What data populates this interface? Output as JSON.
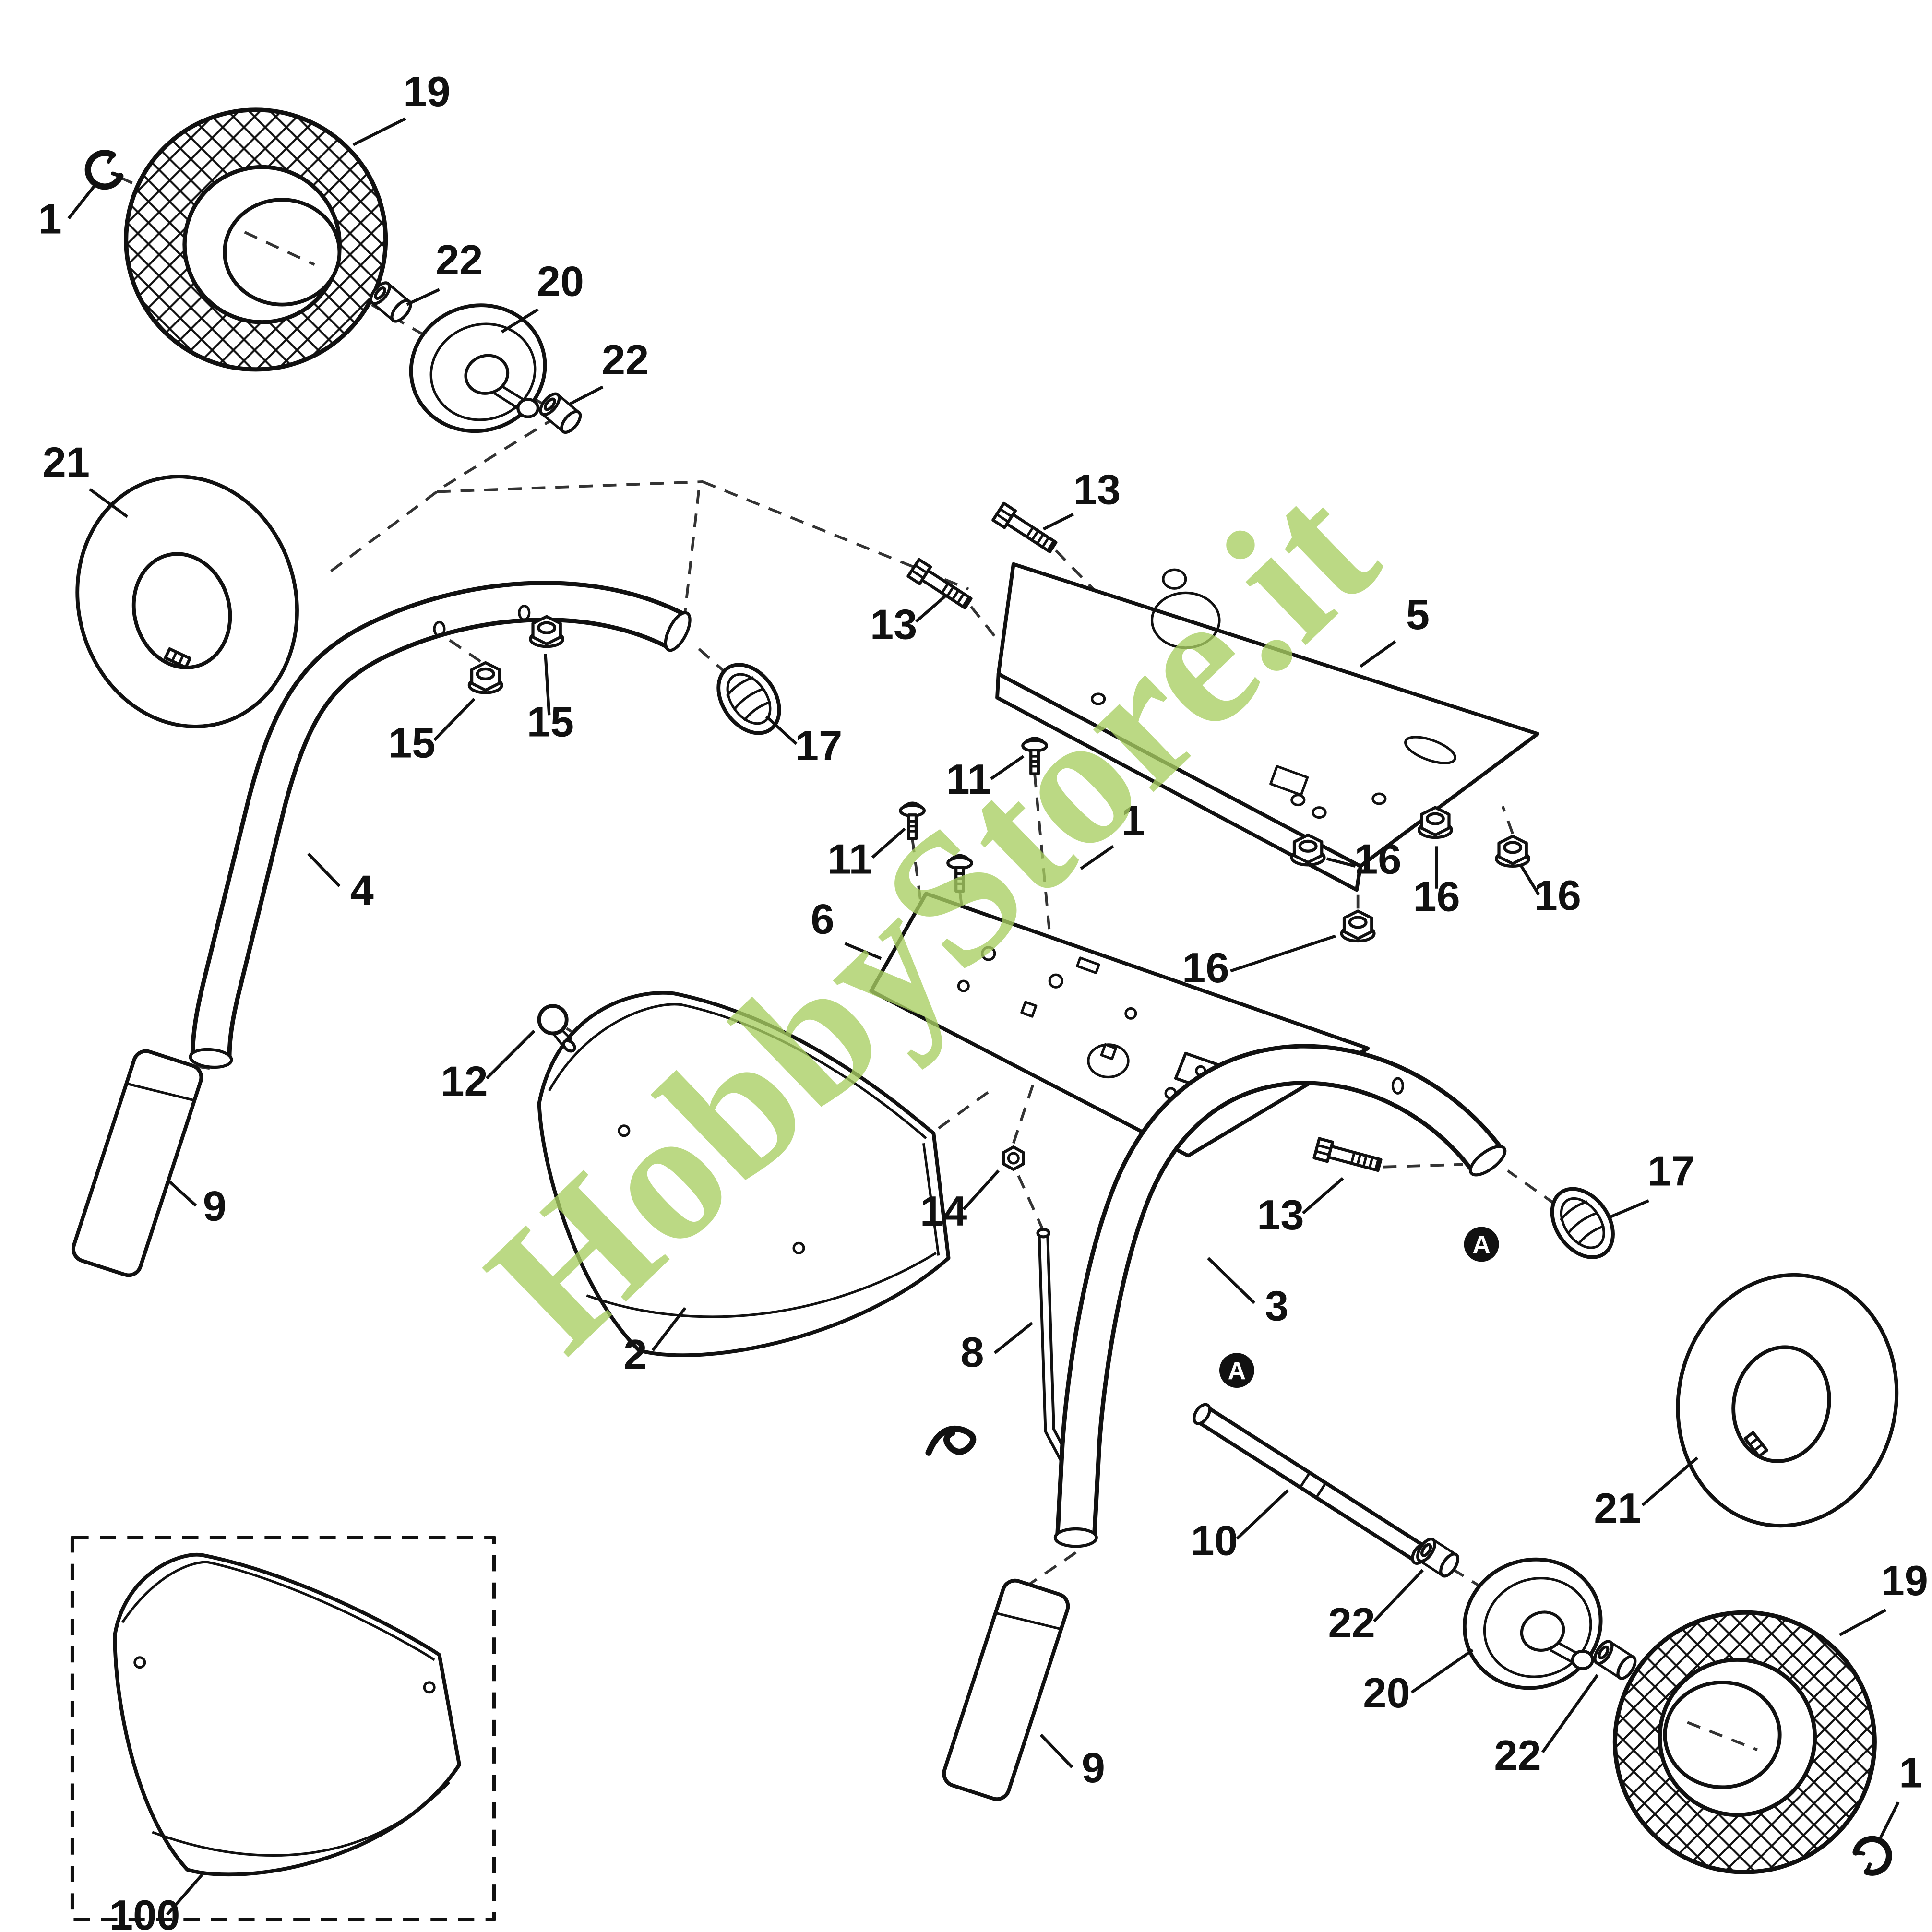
{
  "watermark": {
    "text": "HobbyStore.it",
    "color": "#a9cf62"
  },
  "markers": [
    {
      "label": "A"
    },
    {
      "label": "A"
    }
  ],
  "diagram": {
    "callouts": [
      {
        "label": "19",
        "target": "wheel-tire-top"
      },
      {
        "label": "1",
        "target": "circlip-top"
      },
      {
        "label": "22",
        "target": "bushing-top-a"
      },
      {
        "label": "20",
        "target": "wheel-rim-top"
      },
      {
        "label": "22",
        "target": "bushing-top-b"
      },
      {
        "label": "21",
        "target": "inner-tube-left"
      },
      {
        "label": "13",
        "target": "bolt-top-a"
      },
      {
        "label": "13",
        "target": "bolt-top-b"
      },
      {
        "label": "5",
        "target": "chassis-plate"
      },
      {
        "label": "15",
        "target": "flange-nut-15-a"
      },
      {
        "label": "15",
        "target": "flange-nut-15-b"
      },
      {
        "label": "17",
        "target": "grommet-left"
      },
      {
        "label": "11",
        "target": "screw-11-b"
      },
      {
        "label": "11",
        "target": "screw-11-a"
      },
      {
        "label": "1",
        "target": "retainer-middle"
      },
      {
        "label": "4",
        "target": "handle-tube-left"
      },
      {
        "label": "16",
        "target": "flange-nut-16-a"
      },
      {
        "label": "16",
        "target": "flange-nut-16-b"
      },
      {
        "label": "16",
        "target": "flange-nut-16-c"
      },
      {
        "label": "16",
        "target": "flange-nut-16-d"
      },
      {
        "label": "6",
        "target": "base-plate"
      },
      {
        "label": "12",
        "target": "ball-knob"
      },
      {
        "label": "9",
        "target": "grip-left"
      },
      {
        "label": "2",
        "target": "deflector-housing"
      },
      {
        "label": "14",
        "target": "hex-nut-14"
      },
      {
        "label": "8",
        "target": "rod"
      },
      {
        "label": "13",
        "target": "bolt-right"
      },
      {
        "label": "3",
        "target": "handle-tube-right"
      },
      {
        "label": "17",
        "target": "grommet-right"
      },
      {
        "label": "21",
        "target": "inner-tube-right"
      },
      {
        "label": "10",
        "target": "axle"
      },
      {
        "label": "22",
        "target": "bushing-bottom-a"
      },
      {
        "label": "20",
        "target": "wheel-rim-bottom"
      },
      {
        "label": "22",
        "target": "bushing-bottom-b"
      },
      {
        "label": "19",
        "target": "wheel-tire-bottom"
      },
      {
        "label": "1",
        "target": "circlip-bottom"
      },
      {
        "label": "9",
        "target": "grip-center"
      },
      {
        "label": "100",
        "target": "deflector-boxed"
      }
    ]
  }
}
